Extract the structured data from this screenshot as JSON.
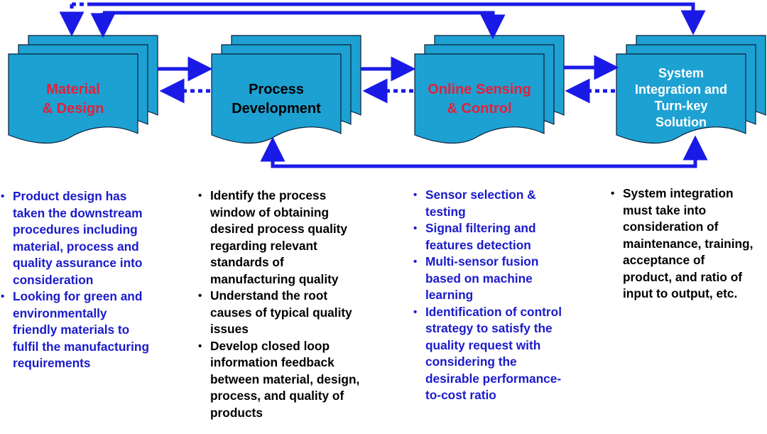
{
  "colors": {
    "box_fill": "#1da1d2",
    "box_stroke": "#0b1f3a",
    "arrow": "#1a1ae6",
    "title_red": "#e3203a",
    "title_black": "#000000",
    "title_white": "#ffffff",
    "text_blue": "#1a1acc",
    "text_black": "#000000"
  },
  "stages": [
    {
      "name": "material-design",
      "title": [
        "Material",
        "& Design"
      ],
      "title_color": "#e3203a",
      "bullets": [
        "Product design has taken the downstream procedures including material, process and quality assurance into consideration",
        "Looking for green and environmentally friendly materials to fulfil the manufacturing requirements"
      ],
      "text_color": "#1a1acc"
    },
    {
      "name": "process-development",
      "title": [
        "Process",
        "Development"
      ],
      "title_color": "#000000",
      "bullets": [
        "Identify the process window of obtaining desired process quality regarding relevant standards of manufacturing quality",
        "Understand the root causes of typical quality issues",
        "Develop closed loop information feedback between material, design, process, and quality of products"
      ],
      "text_color": "#000000"
    },
    {
      "name": "online-sensing-control",
      "title": [
        "Online Sensing",
        "& Control"
      ],
      "title_color": "#e3203a",
      "bullets": [
        "Sensor selection & testing",
        "Signal filtering and features detection",
        "Multi-sensor fusion based on machine learning",
        "Identification of control strategy to satisfy the quality request with considering the desirable performance-to-cost ratio"
      ],
      "text_color": "#1a1acc"
    },
    {
      "name": "system-integration",
      "title": [
        "System",
        "Integration and",
        "Turn-key",
        "Solution"
      ],
      "title_color": "#ffffff",
      "bullets": [
        "System integration must take into consideration of maintenance, training, acceptance of product, and ratio of input to output, etc."
      ],
      "text_color": "#000000"
    }
  ]
}
